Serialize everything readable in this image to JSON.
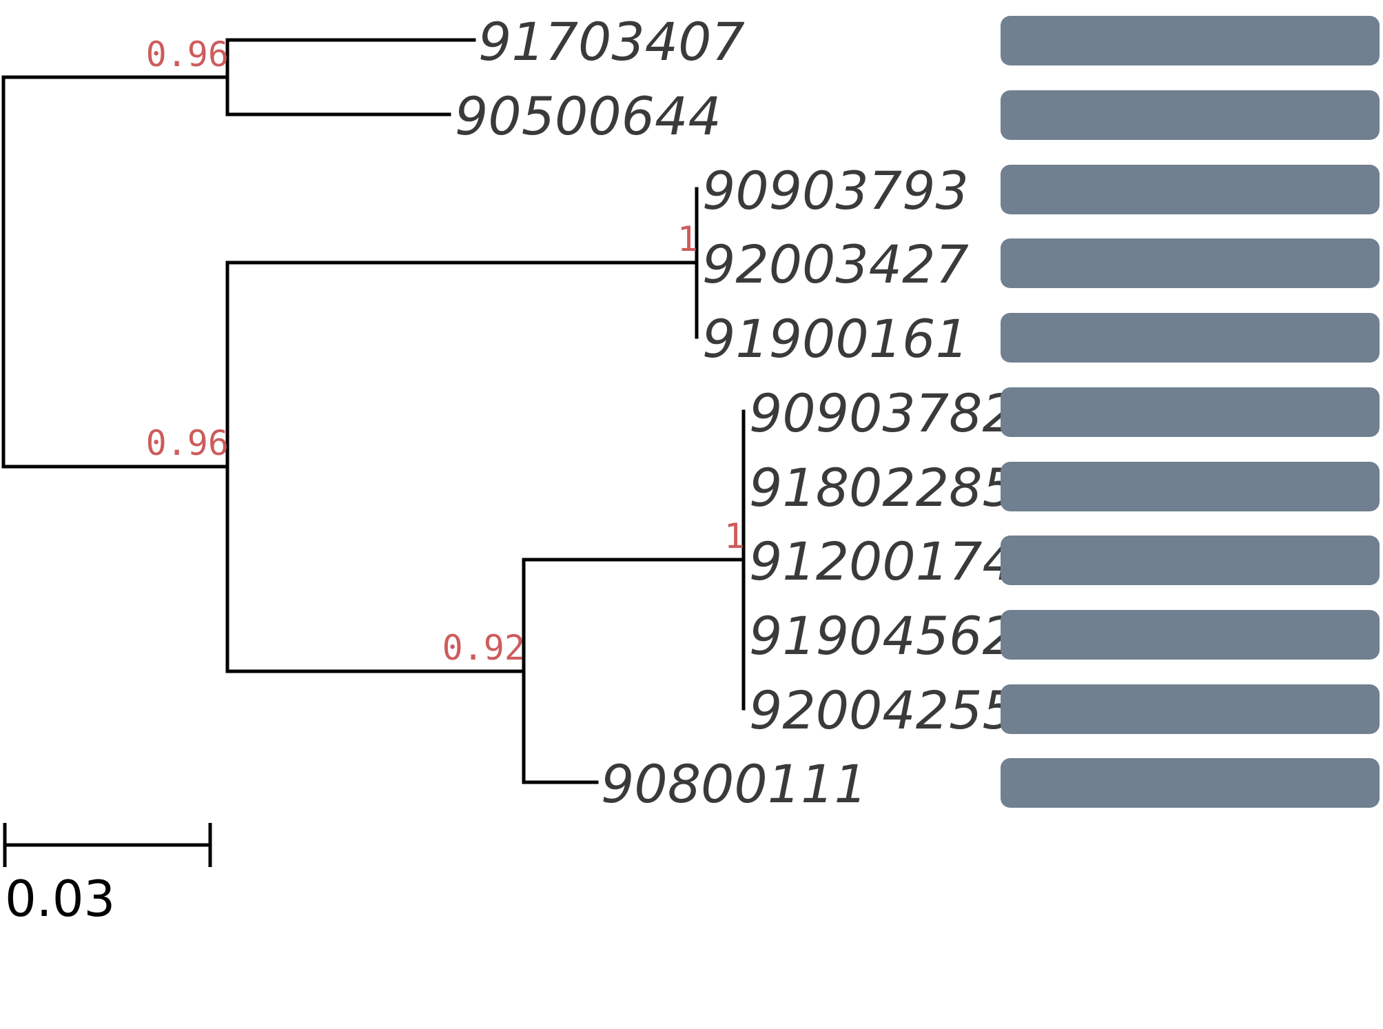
{
  "tree": {
    "colors": {
      "branch": "#000000",
      "support": "#cd5c5c",
      "leaf_label": "#3a3a3a",
      "bar": "#708090"
    },
    "leaves": [
      {
        "label": "91703407"
      },
      {
        "label": "90500644"
      },
      {
        "label": "90903793"
      },
      {
        "label": "92003427"
      },
      {
        "label": "91900161"
      },
      {
        "label": "90903782"
      },
      {
        "label": "91802285"
      },
      {
        "label": "91200174"
      },
      {
        "label": "91904562"
      },
      {
        "label": "92004255"
      },
      {
        "label": "90800111"
      }
    ],
    "support_values": [
      {
        "label": "0.96"
      },
      {
        "label": "1"
      },
      {
        "label": "0.96"
      },
      {
        "label": "1"
      },
      {
        "label": "0.92"
      }
    ],
    "scale_bar": {
      "label": "0.03"
    }
  }
}
